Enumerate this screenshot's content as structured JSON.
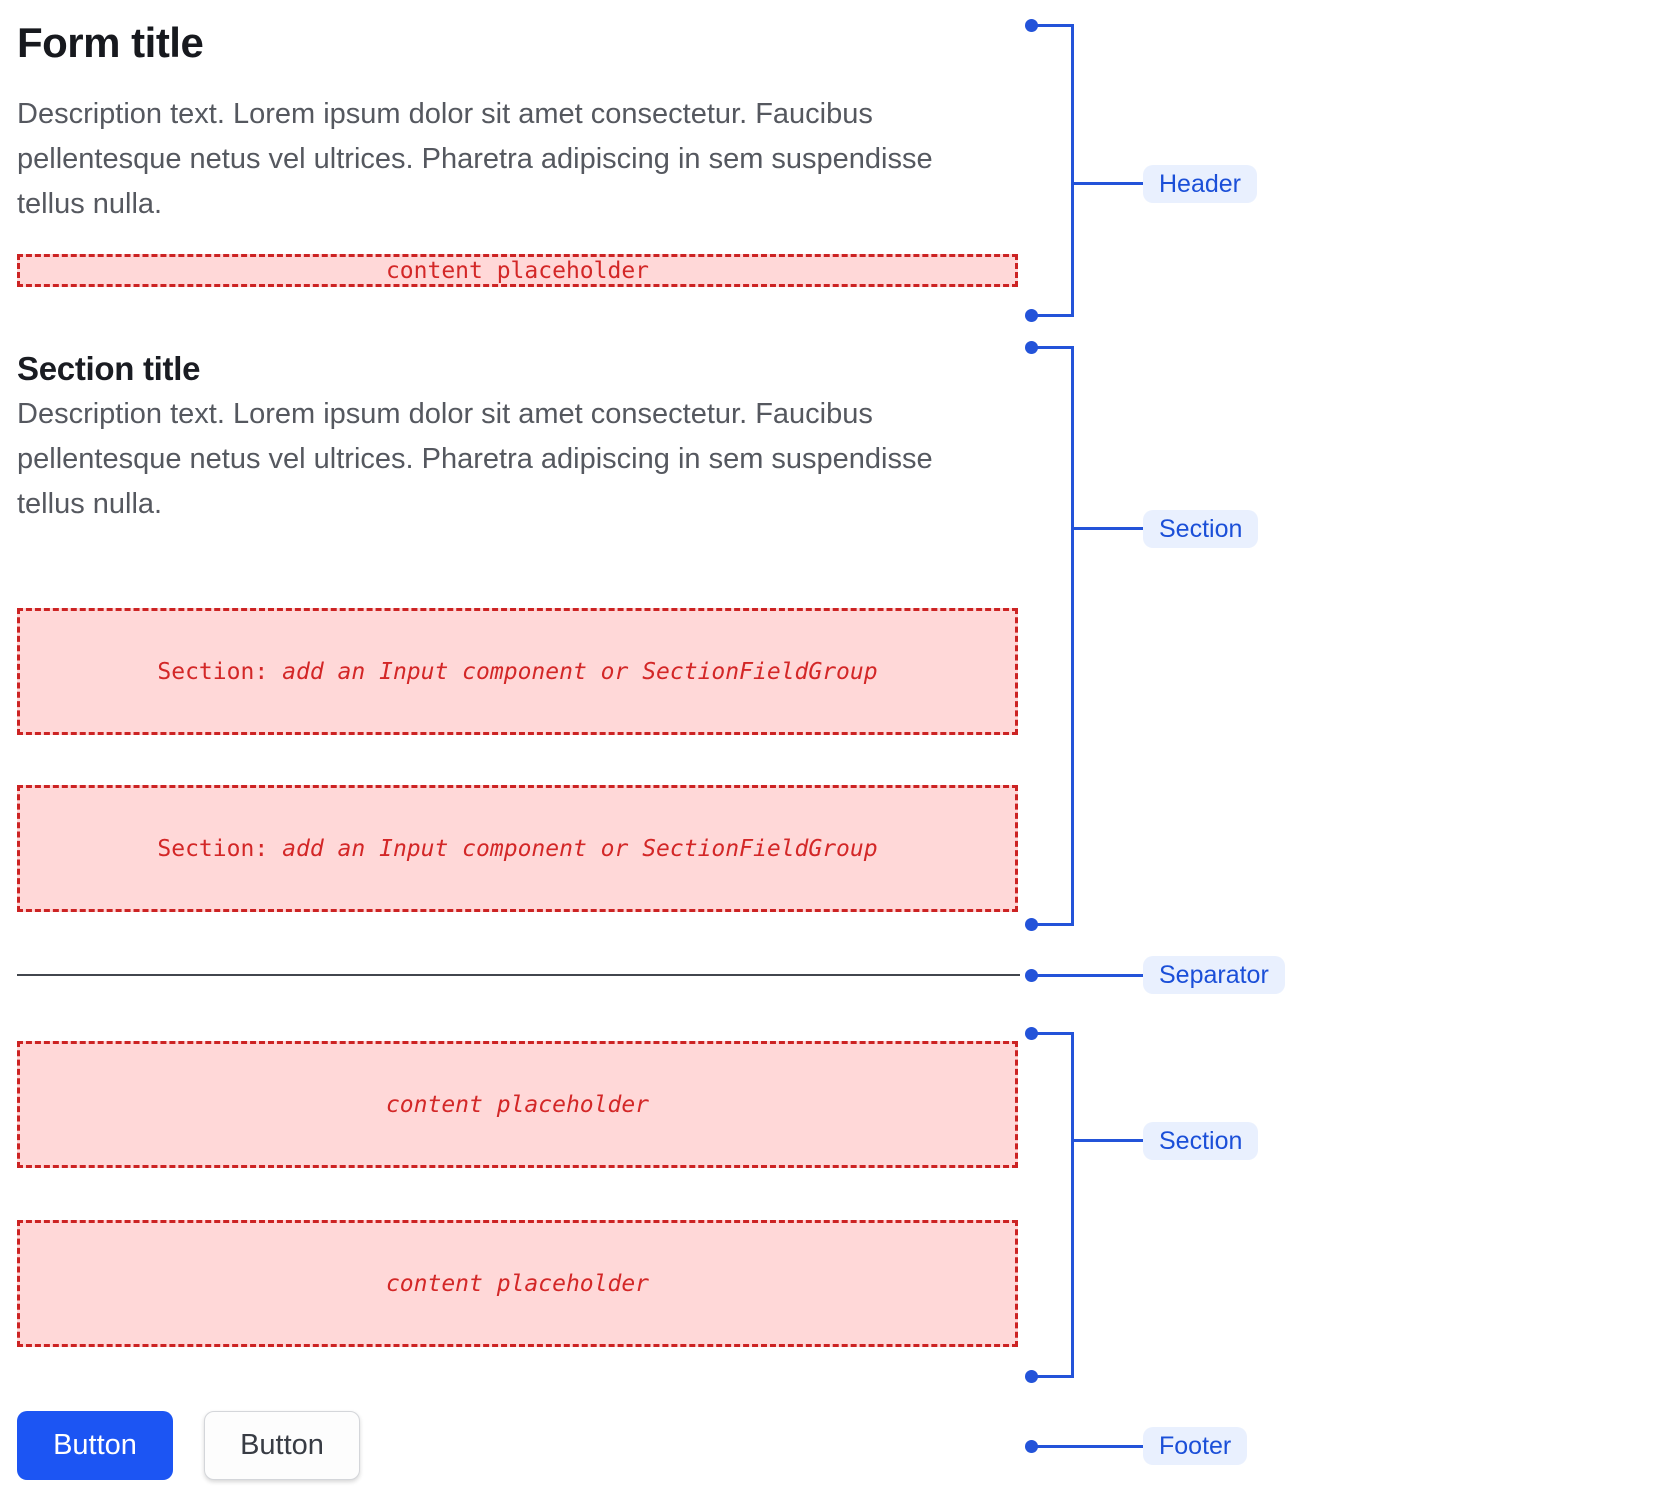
{
  "colors": {
    "accent_blue": "#2353d9",
    "annotation_label_text": "#1b4fd8",
    "annotation_label_bg": "#e9f0fe",
    "placeholder_text_red": "#d32727",
    "placeholder_border_red": "#cc2323",
    "placeholder_bg_pink": "#ffd8d8",
    "primary_button_bg": "#1c55f3",
    "separator_line": "#42464d"
  },
  "header": {
    "title": "Form title",
    "description": "Description text. Lorem ipsum dolor sit amet consectetur. Faucibus pellentesque netus vel ultrices. Pharetra adipiscing in sem suspendisse tellus nulla.",
    "placeholder": "content placeholder"
  },
  "section": {
    "title": "Section title",
    "description": "Description text. Lorem ipsum dolor sit amet consectetur. Faucibus pellentesque netus vel ultrices. Pharetra adipiscing in sem suspendisse tellus nulla.",
    "field_placeholder_prefix": "Section:",
    "field_placeholder_rest": "add an Input component or SectionFieldGroup"
  },
  "section2": {
    "placeholder": "content placeholder"
  },
  "footer": {
    "primary_button": "Button",
    "secondary_button": "Button"
  },
  "annotations": {
    "header_label": "Header",
    "section_label": "Section",
    "separator_label": "Separator",
    "section2_label": "Section",
    "footer_label": "Footer"
  }
}
